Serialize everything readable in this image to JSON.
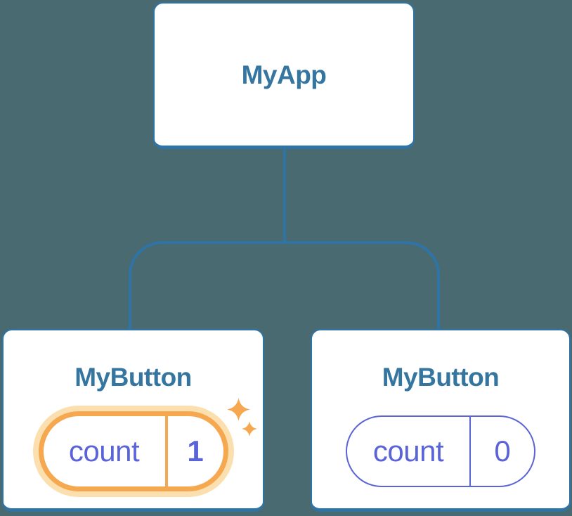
{
  "colors": {
    "background": "#4a6a72",
    "connector": "#2e74a6",
    "card_border": "#2e74a6",
    "card_bg": "#ffffff",
    "title_text": "#34769f",
    "state_text": "#5a63d8",
    "state_border": "#5a63d8",
    "highlight_orange": "#f5a84f",
    "highlight_halo": "#fbdfae"
  },
  "tree": {
    "root": {
      "label": "MyApp"
    },
    "children": [
      {
        "label": "MyButton",
        "state": {
          "name": "count",
          "value": "1"
        },
        "highlighted": true
      },
      {
        "label": "MyButton",
        "state": {
          "name": "count",
          "value": "0"
        },
        "highlighted": false
      }
    ]
  }
}
